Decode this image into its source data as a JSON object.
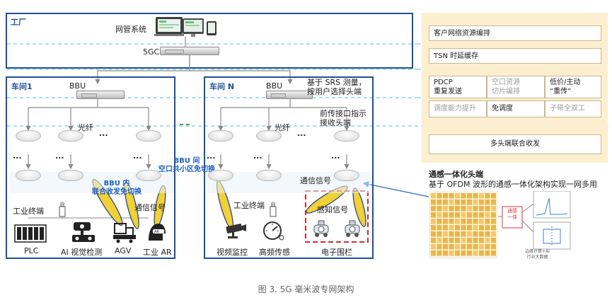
{
  "factory": {
    "title": "工厂",
    "nms_label": "网管系统",
    "core_label": "5GC"
  },
  "workshop1": {
    "title": "车间1",
    "bbu_label": "BBU",
    "fiber_label": "光纤",
    "ellipsis": "...",
    "bbu_inner_note": "BBU 内\n联合收发免切换",
    "comm_signal": "通信信号",
    "terminal_label": "工业终端",
    "devices": [
      "PLC",
      "AI 视觉检测",
      "AGV",
      "工业 AR"
    ]
  },
  "workshopN": {
    "title": "车间 N",
    "bbu_label": "BBU",
    "fiber_label": "光纤",
    "ellipsis": "...",
    "srs_note": "基于 SRS 测量，\n按用户选择头端",
    "fronthaul_note": "前传接口指示\n接收头端",
    "comm_signal": "通信信号",
    "sense_signal": "感知信号",
    "terminal_label": "工业终端",
    "devices": [
      "视频监控",
      "高频传感",
      "电子围栏"
    ]
  },
  "inter_bbu_note": "BBU 间\n空口共小区免切换",
  "panel": {
    "row1": "客户网络资源编排",
    "row2": "TSN 时延缓存",
    "grid": [
      [
        "PDCP\n重复发送",
        "空口资源\n切片编排",
        "低价/主动\n“重传”"
      ],
      [
        "调度能力提升",
        "免调度",
        "子带全双工"
      ]
    ],
    "row4": "多头端联合收发"
  },
  "integrated": {
    "title": "通感一体化头端",
    "subtitle": "基于 OFDM 波形的通感一体化架构实现一网多用",
    "center_label": "通感\n一体",
    "bottom_label": "边缘计算+AI\n行业大数据"
  },
  "caption": "图 3. 5G 毫米波专网架构"
}
